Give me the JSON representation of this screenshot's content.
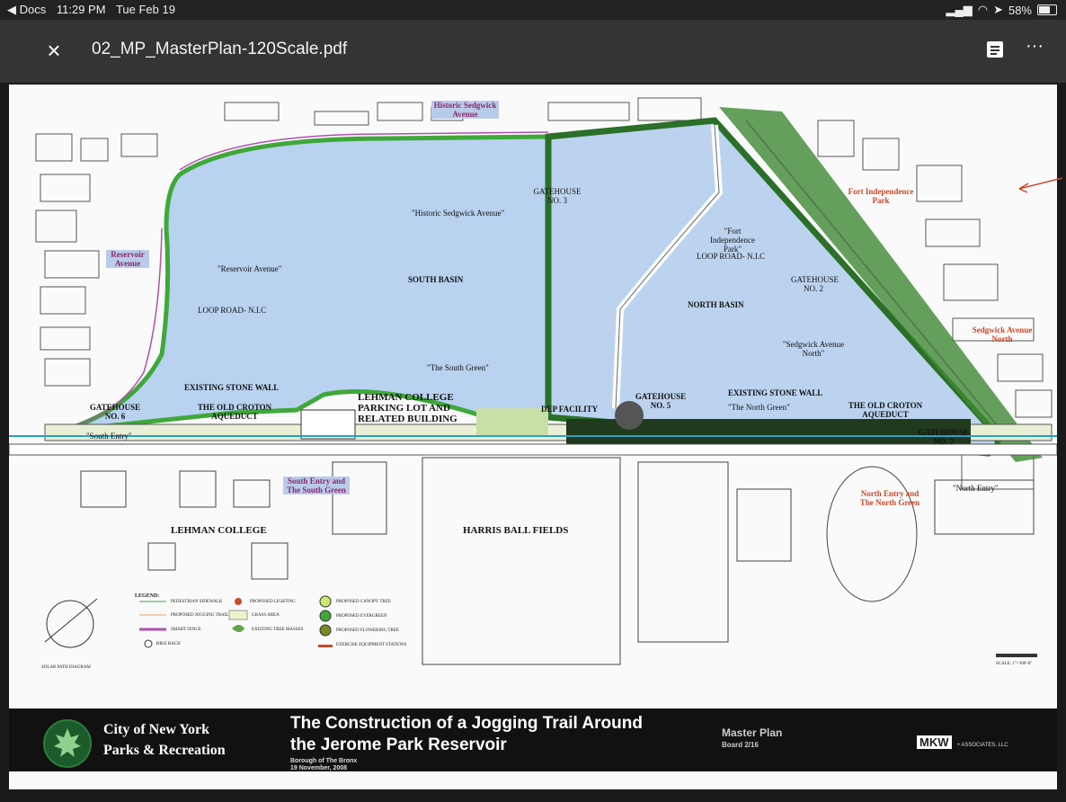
{
  "status": {
    "back_app": "◀ Docs",
    "time": "11:29 PM",
    "date": "Tue Feb 19",
    "battery": "58%"
  },
  "toolbar": {
    "close_glyph": "×",
    "title": "02_MP_MasterPlan-120Scale.pdf",
    "more_glyph": "···"
  },
  "plan": {
    "labels": {
      "historic_tag": "Historic Sedgwick Avenue",
      "historic_sedgwick": "\"Historic Sedgwick Avenue\"",
      "gatehouse3": "GATEHOUSE NO. 3",
      "reservoir_tag": "Reservoir Avenue",
      "reservoir_avenue": "\"Reservoir Avenue\"",
      "south_basin": "SOUTH BASIN",
      "loop_road_left": "LOOP ROAD- N.I.C",
      "fort_indep": "\"Fort Independence Park\"",
      "fort_indep_tag": "Fort Independence Park",
      "loop_road_right": "LOOP ROAD- N.I.C",
      "gatehouse2": "GATEHOUSE NO. 2",
      "north_basin": "NORTH BASIN",
      "sedgwick_north": "\"Sedgwick Avenue North\"",
      "sedgwick_north_tag": "Sedgwick Avenue North",
      "south_green": "\"The South Green\"",
      "existing_wall_left": "EXISTING STONE WALL",
      "gatehouse6": "GATEHOUSE NO. 6",
      "croton_left": "THE OLD CROTON AQUEDUCT",
      "lehman_lot": "LEHMAN COLLEGE PARKING LOT AND RELATED BUILDING",
      "dep_facility": "DEP FACILITY",
      "gatehouse5": "GATEHOUSE NO. 5",
      "existing_wall_right": "EXISTING STONE WALL",
      "north_green": "\"The North Green\"",
      "croton_right": "THE OLD CROTON AQUEDUCT",
      "gatehouse7": "GATEHOUSE NO. 7",
      "south_entry": "\"South Entry\"",
      "south_entry_tag": "South Entry and The South Green",
      "north_entry": "\"North Entry\"",
      "north_entry_tag": "North Entry and The North Green",
      "lehman_college": "LEHMAN COLLEGE",
      "harris": "HARRIS BALL FIELDS"
    },
    "legend": {
      "title": "LEGEND:",
      "solar": "SOLAR PATH DIAGRAM",
      "items": [
        "PEDESTRIAN SIDEWALK",
        "PROPOSED JOGGING TRAIL",
        "SMART FENCE",
        "BIKE RACK",
        "PROPOSED LIGHTING",
        "GRASS AREA",
        "EXISTING TREE MASSES",
        "PROPOSED CANOPY TREE",
        "PROPOSED EVERGREEN",
        "PROPOSED FLOWERING TREE",
        "EXERCISE EQUIPMENT STATIONS"
      ]
    },
    "scale": "SCALE: 1\"=100'-0\""
  },
  "titleblock": {
    "org_line1": "City of New York",
    "org_line2": "Parks & Recreation",
    "title_line1": "The Construction of a Jogging Trail Around",
    "title_line2": "the Jerome Park Reservoir",
    "sub_line1": "Borough of The Bronx",
    "sub_line2": "19 November, 2008",
    "sheet_title": "Master Plan",
    "board": "Board 2/16",
    "firm_logo": "MKW",
    "firm_name": "+ ASSOCIATES, LLC"
  },
  "colors": {
    "water": "#b8d2f0",
    "trail_green": "#3fa83a",
    "fence_purple": "#b050b0",
    "toolbar": "#343434",
    "statusbar": "#222222"
  }
}
